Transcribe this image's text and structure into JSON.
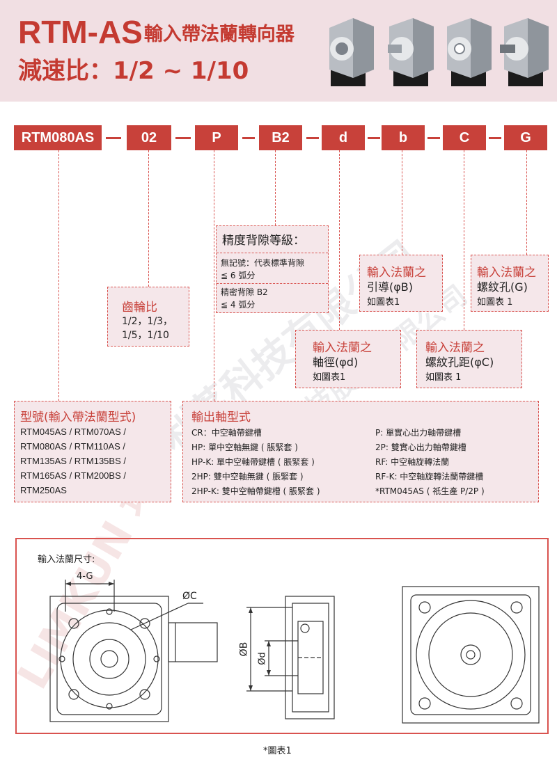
{
  "header": {
    "title_main": "RTM-AS",
    "title_sub": "輸入帶法蘭轉向器",
    "title_ratio": "減速比：1/2 ~ 1/10"
  },
  "code": {
    "segments": [
      "RTM080AS",
      "02",
      "P",
      "B2",
      "d",
      "b",
      "C",
      "G"
    ]
  },
  "precision": {
    "title": "精度背隙等級：",
    "std_line1": "無記號：代表標準背隙",
    "std_line2": "≦ 6 弧分",
    "fine_line1": "精密背隙 B2",
    "fine_line2": "≦ 4 弧分"
  },
  "gear_ratio": {
    "title": "齒輪比",
    "line1": "1/2，1/3，",
    "line2": "1/5，1/10"
  },
  "flange_b": {
    "title": "輸入法蘭之",
    "line1": "引導(φB)",
    "line2": "如圖表1"
  },
  "flange_g": {
    "title": "輸入法蘭之",
    "line1": "螺紋孔(G)",
    "line2": "如圖表 1"
  },
  "flange_d": {
    "title": "輸入法蘭之",
    "line1": "軸徑(φd)",
    "line2": "如圖表1"
  },
  "flange_c": {
    "title": "輸入法蘭之",
    "line1": "螺紋孔距(φC)",
    "line2": "如圖表 1"
  },
  "model": {
    "title": "型號(輸入帶法蘭型式)",
    "lines": [
      "RTM045AS / RTM070AS /",
      "RTM080AS / RTM110AS /",
      "RTM135AS / RTM135BS /",
      "RTM165AS / RTM200BS /",
      "RTM250AS"
    ]
  },
  "output": {
    "title": "輸出軸型式",
    "left": [
      "CR：中空軸帶鍵槽",
      "HP: 單中空軸無鍵 ( 脹緊套 )",
      "HP-K: 單中空軸帶鍵槽 ( 脹緊套 )",
      "2HP: 雙中空軸無鍵 ( 脹緊套 )",
      "2HP-K: 雙中空軸帶鍵槽 ( 脹緊套 )"
    ],
    "right": [
      "P: 單實心出力軸帶鍵槽",
      "2P: 雙實心出力軸帶鍵槽",
      "RF: 中空軸旋轉法蘭",
      "RF-K: 中空軸旋轉法蘭帶鍵槽",
      "*RTM045AS ( 祇生產 P/2P )"
    ]
  },
  "drawing": {
    "caption": "輸入法蘭尺寸:",
    "label_4g": "4-G",
    "label_c": "ØC",
    "label_b": "ØB",
    "label_d": "Ød",
    "footnote": "*圖表1"
  },
  "watermark": {
    "text1": "利茗科技有限公司",
    "text2": "利茗科技股份有限公司",
    "brand": "LIMKUN 坤"
  }
}
